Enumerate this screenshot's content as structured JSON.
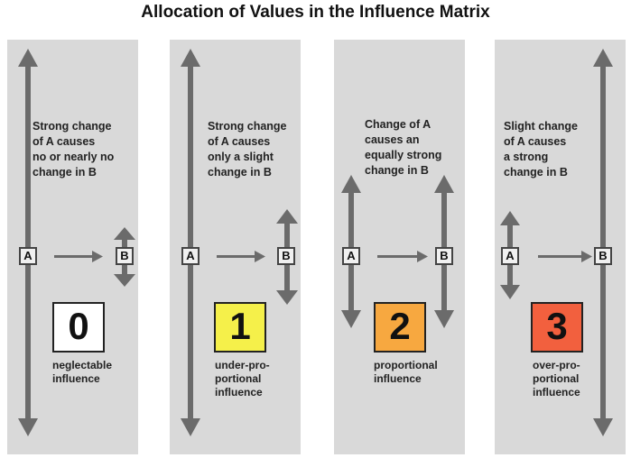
{
  "title": "Allocation of Values in the Influence Matrix",
  "colors": {
    "panel_bg": "#d9d9d9",
    "arrow": "#6b6b6b",
    "value_0": "#ffffff",
    "value_1": "#f5f04a",
    "value_2": "#f7a840",
    "value_3": "#f2603e"
  },
  "panels": [
    {
      "description": "Strong change\nof A causes\nno or nearly no\nchange in B",
      "a_label": "A",
      "b_label": "B",
      "value": "0",
      "value_label": "neglectable\ninfluence"
    },
    {
      "description": "Strong change\nof A causes\nonly a slight\nchange in B",
      "a_label": "A",
      "b_label": "B",
      "value": "1",
      "value_label": "under-pro-\nportional\ninfluence"
    },
    {
      "description": "Change of A\ncauses an\nequally strong\nchange in B",
      "a_label": "A",
      "b_label": "B",
      "value": "2",
      "value_label": "proportional\ninfluence"
    },
    {
      "description": "Slight change\nof A causes\na strong\nchange in B",
      "a_label": "A",
      "b_label": "B",
      "value": "3",
      "value_label": "over-pro-\nportional\ninfluence"
    }
  ]
}
